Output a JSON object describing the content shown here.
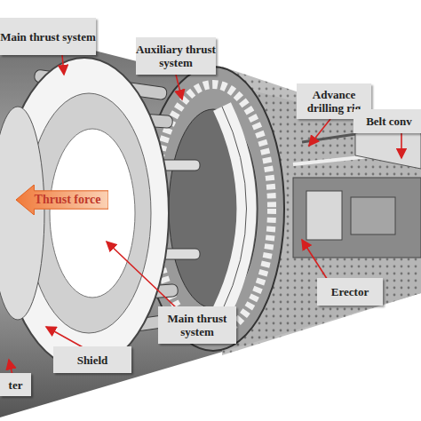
{
  "diagram": {
    "nodes": [
      {
        "text": [
          "Main thrust system"
        ]
      },
      {
        "text": [
          "Auxiliary thrust system"
        ]
      },
      {
        "text": [
          "Advance drilling rig"
        ]
      },
      {
        "text": [
          "Belt conv"
        ]
      },
      {
        "text": [
          "Thrust force"
        ]
      },
      {
        "text": [
          "Erector"
        ]
      },
      {
        "text": [
          "Main thrust system"
        ]
      },
      {
        "text": [
          "Shield"
        ]
      },
      {
        "text": [
          "ter"
        ]
      }
    ]
  }
}
